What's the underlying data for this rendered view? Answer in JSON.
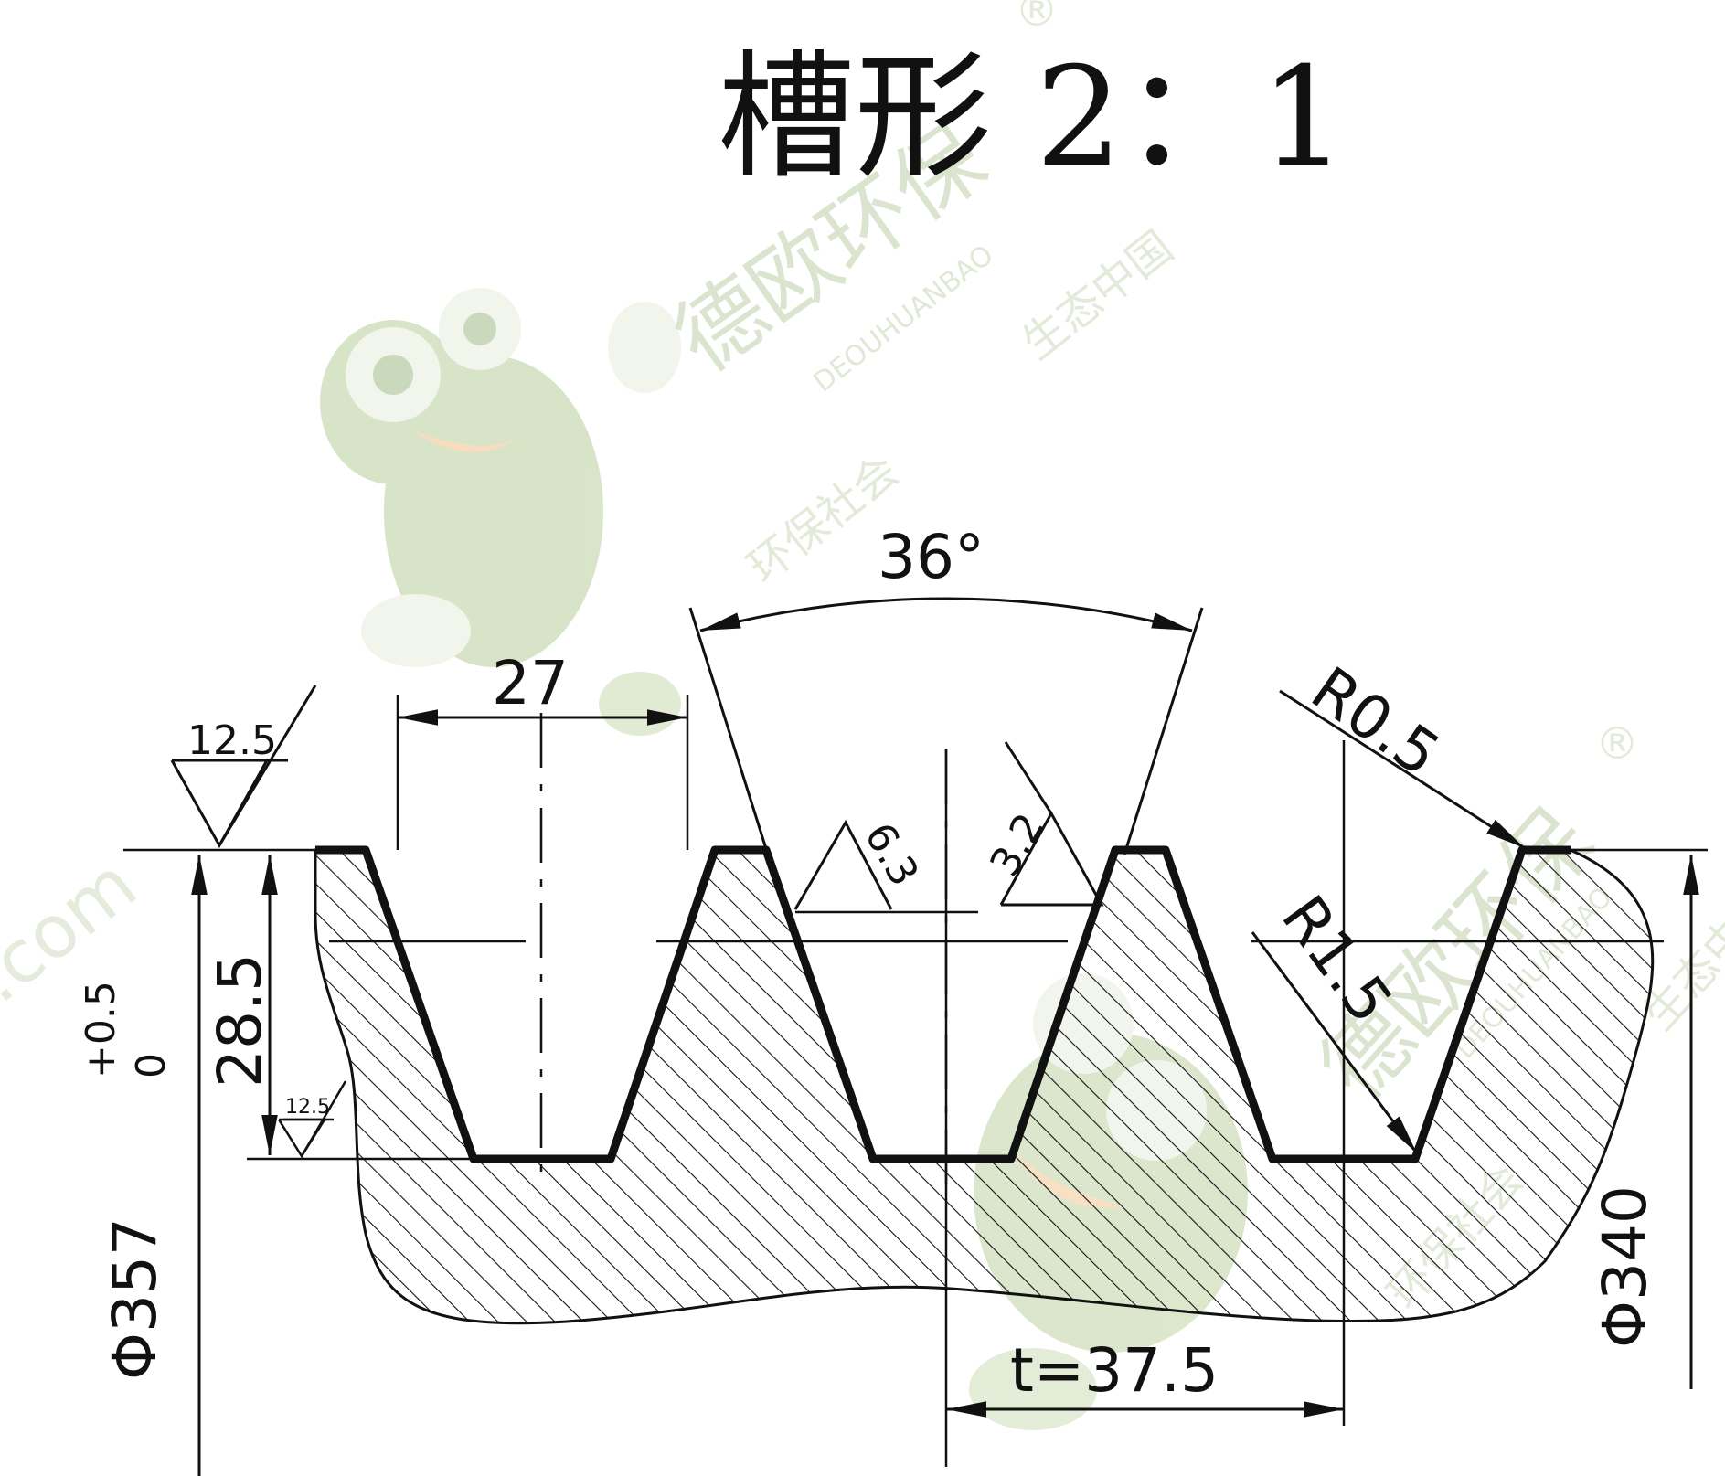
{
  "title": "槽形 2：1",
  "dimensions": {
    "groove_top_width": "27",
    "groove_angle": "36°",
    "groove_depth": "28.5",
    "tip_radius": "R0.5",
    "root_radius": "R1.5",
    "pitch": "t=37.5",
    "outer_diameter": "Φ357",
    "tolerance_upper": "+0.5",
    "tolerance_lower": "0",
    "root_diameter": "Φ340"
  },
  "roughness": {
    "top_surface": "12.5",
    "groove_bottom": "12.5",
    "groove_flank_left": "6.3",
    "groove_flank_right": "3.2"
  },
  "watermark": {
    "brand_cn": "德欧环保",
    "brand_en": "DEOUHUANBAO",
    "slogan_1": "生态中国",
    "slogan_2": "环保社会",
    "domain": ".com",
    "registered": "®"
  },
  "colors": {
    "line": "#111111",
    "watermark_green": "#b9cf9a",
    "watermark_orange": "#f2c28c"
  }
}
